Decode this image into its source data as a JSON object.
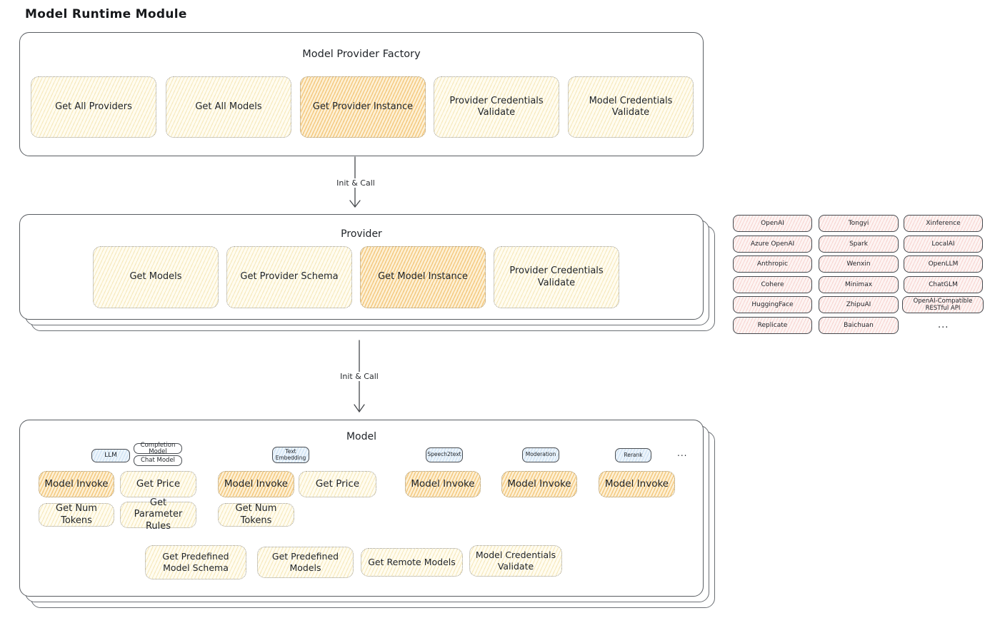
{
  "page": {
    "title": "Model Runtime Module"
  },
  "factory": {
    "title": "Model Provider Factory",
    "buttons": [
      {
        "label": "Get All Providers",
        "highlighted": false
      },
      {
        "label": "Get All Models",
        "highlighted": false
      },
      {
        "label": "Get Provider Instance",
        "highlighted": true
      },
      {
        "label": "Provider Credentials Validate",
        "highlighted": false
      },
      {
        "label": "Model Credentials Validate",
        "highlighted": false
      }
    ]
  },
  "arrows": {
    "factory_to_provider": "Init & Call",
    "provider_to_model": "Init & Call"
  },
  "provider": {
    "title": "Provider",
    "buttons": [
      {
        "label": "Get Models",
        "highlighted": false
      },
      {
        "label": "Get Provider Schema",
        "highlighted": false
      },
      {
        "label": "Get Model Instance",
        "highlighted": true
      },
      {
        "label": "Provider Credentials Validate",
        "highlighted": false
      }
    ]
  },
  "provider_list": {
    "col1": [
      "OpenAI",
      "Azure OpenAI",
      "Anthropic",
      "Cohere",
      "HuggingFace",
      "Replicate"
    ],
    "col2": [
      "Tongyi",
      "Spark",
      "Wenxin",
      "Minimax",
      "ZhipuAI",
      "Baichuan"
    ],
    "col3": [
      "Xinference",
      "LocalAI",
      "OpenLLM",
      "ChatGLM",
      "OpenAI-Compatible RESTful API"
    ],
    "ellipsis": "..."
  },
  "model": {
    "title": "Model",
    "tags": {
      "llm": "LLM",
      "completion_model": "Completion Model",
      "chat_model": "Chat Model",
      "text_embedding": "Text Embedding",
      "speech2text": "Speech2text",
      "moderation": "Moderation",
      "rerank": "Rerank",
      "ellipsis": "..."
    },
    "buttons": {
      "llm_invoke": "Model Invoke",
      "llm_get_price": "Get Price",
      "llm_get_num_tokens": "Get Num Tokens",
      "llm_get_parameter_rules": "Get Parameter Rules",
      "te_invoke": "Model Invoke",
      "te_get_price": "Get Price",
      "te_get_num_tokens": "Get Num Tokens",
      "s2t_invoke": "Model Invoke",
      "mod_invoke": "Model Invoke",
      "rerank_invoke": "Model Invoke",
      "get_predefined_model_schema": "Get Predefined Model Schema",
      "get_predefined_models": "Get Predefined Models",
      "get_remote_models": "Get Remote Models",
      "model_credentials_validate": "Model Credentials Validate"
    }
  }
}
